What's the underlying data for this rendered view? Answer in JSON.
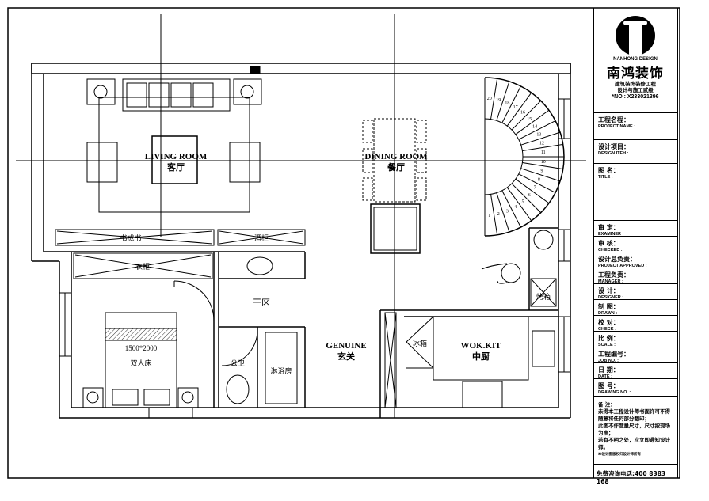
{
  "title_block": {
    "brand_en": "NANHONG DESIGN",
    "brand_cn": "南鸿装饰",
    "subtitle_1": "建筑装饰装修工程",
    "subtitle_2": "设计与施工贰级",
    "cert_no": "*NO : X233021396",
    "fields": [
      {
        "cn": "工程名程：",
        "en": "PROJECT NAME :"
      },
      {
        "cn": "设计项目：",
        "en": "DESIGN ITEH :"
      },
      {
        "cn": "图 名：",
        "en": "TITLE :"
      },
      {
        "cn": "审 定：",
        "en": "EXAMINER :"
      },
      {
        "cn": "审 核：",
        "en": "CHECKED :"
      },
      {
        "cn": "设计总负责：",
        "en": "PROJECT APPROVED :"
      },
      {
        "cn": "工程负责：",
        "en": "MANAGER :"
      },
      {
        "cn": "设 计：",
        "en": "DESIGNER :"
      },
      {
        "cn": "制 图：",
        "en": "DRAWN :"
      },
      {
        "cn": "校 对：",
        "en": "CHECK :"
      },
      {
        "cn": "比 例：",
        "en": "SCALE :"
      },
      {
        "cn": "工程编号：",
        "en": "JOB NO. :"
      },
      {
        "cn": "日 期：",
        "en": "DATE :"
      },
      {
        "cn": "图 号：",
        "en": "DRAWING NO. :"
      }
    ],
    "notes_title": "备 注：",
    "notes_1": "未得本工程设计师书面许可不得随意将任何部分翻印；",
    "notes_2": "此图不作度量尺寸，尺寸按现场为准；",
    "notes_3": "若有不明之处，应立即通知设计师。",
    "notes_4": "本设计图版权归设计师所有",
    "phone": "免费咨询电话:400 8383 168"
  },
  "plan": {
    "living_en": "LIVING ROOM",
    "living_cn": "客厅",
    "dining_en": "DINING ROOM",
    "dining_cn": "餐厅",
    "genuine_en": "GENUINE",
    "genuine_cn": "玄关",
    "kitchen_en": "WOK.KIT",
    "kitchen_cn": "中厨",
    "bed_size": "1500*2000",
    "bed_label": "双人床",
    "cabinet_1": "书成书",
    "cabinet_2": "酒柜",
    "wardrobe": "衣柜",
    "dry_area": "干区",
    "toilet": "公卫",
    "shower": "淋浴房",
    "fridge": "冰箱",
    "oven": "烤箱",
    "stair_numbers": [
      "1",
      "2",
      "3",
      "4",
      "5",
      "6",
      "7",
      "8",
      "9",
      "10",
      "11",
      "12",
      "13",
      "14",
      "15",
      "16",
      "17",
      "18",
      "19",
      "20"
    ]
  }
}
